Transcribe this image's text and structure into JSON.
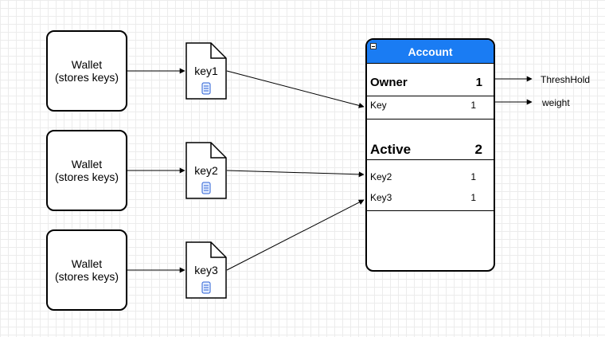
{
  "wallets": [
    {
      "label": "Wallet\n(stores keys)"
    },
    {
      "label": "Wallet\n(stores keys)"
    },
    {
      "label": "Wallet\n(stores keys)"
    }
  ],
  "keys": [
    {
      "label": "key1",
      "icon": "scroll-icon"
    },
    {
      "label": "key2",
      "icon": "scroll-icon"
    },
    {
      "label": "key3",
      "icon": "scroll-icon"
    }
  ],
  "account": {
    "title": "Account",
    "header_color": "#1a7cf3",
    "owner": {
      "name": "Owner",
      "threshold": "1",
      "keys": [
        {
          "name": "Key",
          "weight": "1"
        }
      ]
    },
    "active": {
      "name": "Active",
      "threshold": "2",
      "keys": [
        {
          "name": "Key2",
          "weight": "1"
        },
        {
          "name": "Key3",
          "weight": "1"
        }
      ]
    }
  },
  "annotations": {
    "threshold": "ThreshHold",
    "weight": "weight"
  }
}
